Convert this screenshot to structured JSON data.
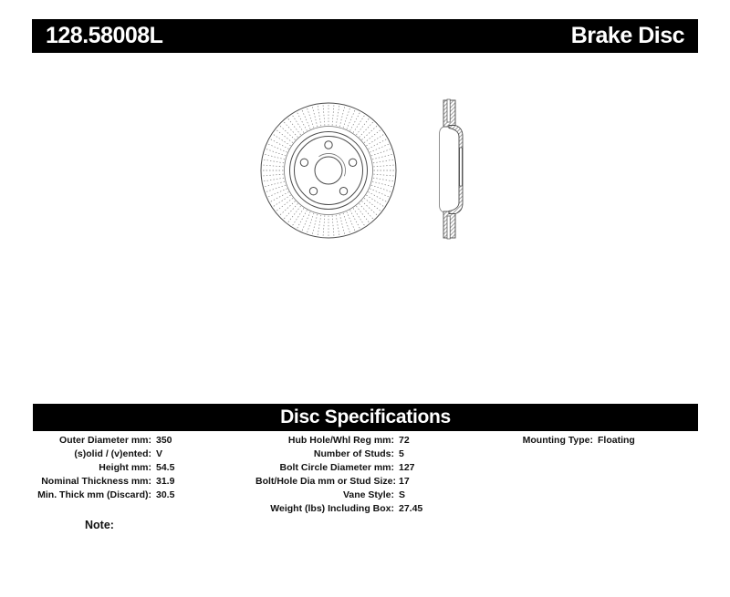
{
  "header": {
    "part_number": "128.58008L",
    "product_type": "Brake Disc"
  },
  "specifications": {
    "title": "Disc Specifications",
    "columns": [
      {
        "rows": [
          {
            "label": "Outer Diameter mm:",
            "value": "350"
          },
          {
            "label": "(s)olid / (v)ented:",
            "value": "V"
          },
          {
            "label": "Height mm:",
            "value": "54.5"
          },
          {
            "label": "Nominal Thickness mm:",
            "value": "31.9"
          },
          {
            "label": "Min. Thick mm (Discard):",
            "value": "30.5"
          }
        ]
      },
      {
        "rows": [
          {
            "label": "Hub Hole/Whl Reg mm:",
            "value": "72"
          },
          {
            "label": "Number of Studs:",
            "value": "5"
          },
          {
            "label": "Bolt Circle Diameter mm:",
            "value": "127"
          },
          {
            "label": "Bolt/Hole Dia mm or Stud Size:",
            "value": "17"
          },
          {
            "label": "Vane Style:",
            "value": "S"
          },
          {
            "label": "Weight (lbs) Including Box:",
            "value": "27.45"
          }
        ]
      },
      {
        "rows": [
          {
            "label": "Mounting Type:",
            "value": "Floating"
          }
        ]
      }
    ]
  },
  "note": {
    "label": "Note:"
  },
  "drawing": {
    "vane_line_count": 76,
    "stud_hole_count": 5
  },
  "colors": {
    "bar_bg": "#000000",
    "bar_text": "#ffffff",
    "line": "#4a4a4a",
    "line_soft": "#757575",
    "hatch": "#969696"
  }
}
